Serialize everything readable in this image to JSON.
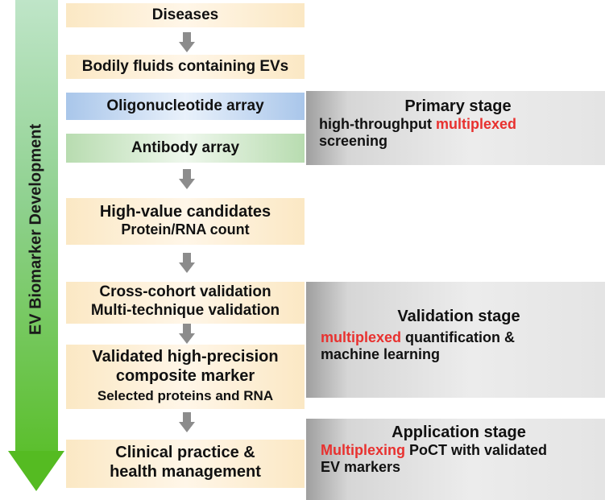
{
  "side_label": "EV Biomarker Development",
  "flow": {
    "diseases": "Diseases",
    "bodily_fluids": "Bodily fluids containing EVs",
    "oligo_array": "Oligonucleotide array",
    "antibody_array": "Antibody array",
    "high_value_title": "High-value candidates",
    "high_value_sub": "Protein/RNA count",
    "cross_cohort": "Cross-cohort validation",
    "multi_technique": "Multi-technique validation",
    "validated_line1": "Validated high-precision",
    "validated_line2": "composite marker",
    "validated_sub": "Selected proteins and RNA",
    "clinical_line1": "Clinical practice &",
    "clinical_line2": "health management"
  },
  "stages": {
    "primary": {
      "title": "Primary stage",
      "desc_pre": "high-throughput ",
      "desc_highlight": "multiplexed",
      "desc_post": "screening"
    },
    "validation": {
      "title": "Validation stage",
      "desc_highlight": "multiplexed",
      "desc_post1": " quantification &",
      "desc_post2": "machine learning"
    },
    "application": {
      "title": "Application stage",
      "desc_highlight": "Multiplexing",
      "desc_post1": " PoCT with validated",
      "desc_post2": "EV markers"
    }
  },
  "colors": {
    "highlight": "#e8312f",
    "arrow_green": "#5cbf2e",
    "connector_gray": "#8c8c8c"
  }
}
